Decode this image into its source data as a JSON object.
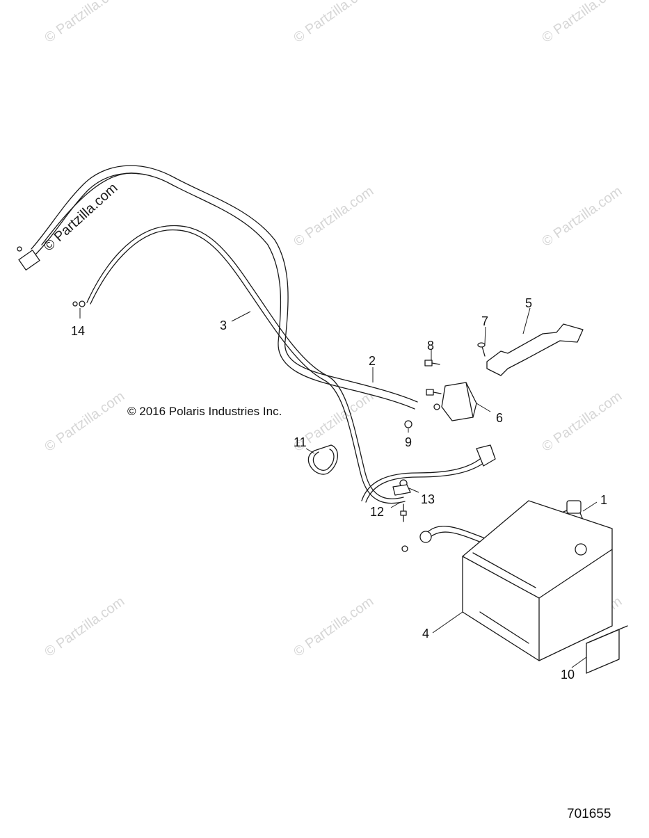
{
  "copyright": "© 2016 Polaris Industries Inc.",
  "diagram_number": "701655",
  "watermark": {
    "text": "© Partzilla.com",
    "color": "#d6d6d6"
  },
  "callouts": [
    {
      "label": "1",
      "part": "battery-cable-positive"
    },
    {
      "label": "2",
      "part": "cable"
    },
    {
      "label": "3",
      "part": "battery-cable-long"
    },
    {
      "label": "4",
      "part": "battery"
    },
    {
      "label": "5",
      "part": "bracket"
    },
    {
      "label": "6",
      "part": "solenoid"
    },
    {
      "label": "7",
      "part": "screw"
    },
    {
      "label": "8",
      "part": "bolt"
    },
    {
      "label": "9",
      "part": "nut"
    },
    {
      "label": "10",
      "part": "pad"
    },
    {
      "label": "11",
      "part": "strap"
    },
    {
      "label": "12",
      "part": "stud"
    },
    {
      "label": "13",
      "part": "terminal"
    },
    {
      "label": "14",
      "part": "nut"
    }
  ]
}
